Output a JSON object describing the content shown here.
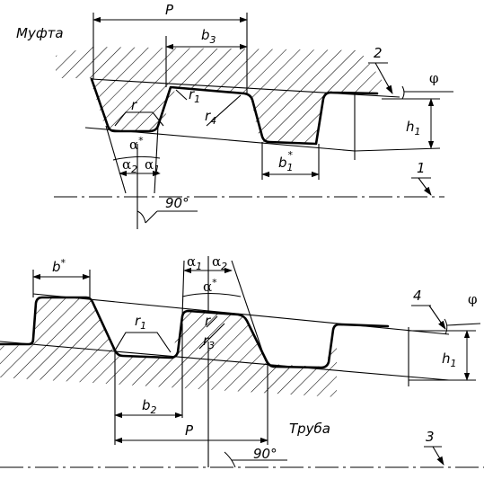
{
  "top_view": {
    "part_label": "Муфта",
    "dimension_p": "P",
    "dimension_b3": "b",
    "dimension_b3_sub": "3",
    "radius_r": "r",
    "radius_r1": "r",
    "radius_r1_sub": "1",
    "radius_r4": "r",
    "radius_r4_sub": "4",
    "angle_alpha_star": "α",
    "angle_alpha_star_sup": "*",
    "angle_alpha2": "α",
    "angle_alpha2_sub": "2",
    "angle_alpha1": "α",
    "angle_alpha1_sub": "1",
    "angle_90": "90°",
    "dimension_b1_star": "b",
    "dimension_b1_star_sub": "1",
    "dimension_b1_star_sup": "*",
    "dimension_h1": "h",
    "dimension_h1_sub": "1",
    "angle_phi": "φ",
    "callout_2": "2",
    "callout_1": "1"
  },
  "bottom_view": {
    "part_label": "Труба",
    "dimension_b_star": "b",
    "dimension_b_star_sup": "*",
    "angle_alpha1": "α",
    "angle_alpha1_sub": "1",
    "angle_alpha2": "α",
    "angle_alpha2_sub": "2",
    "angle_alpha_star": "α",
    "angle_alpha_star_sup": "*",
    "radius_r1": "r",
    "radius_r1_sub": "1",
    "radius_r": "r",
    "radius_r3": "r",
    "radius_r3_sub": "3",
    "dimension_b2": "b",
    "dimension_b2_sub": "2",
    "dimension_p": "P",
    "angle_90": "90°",
    "dimension_h1": "h",
    "dimension_h1_sub": "1",
    "angle_phi": "φ",
    "callout_4": "4",
    "callout_3": "3"
  },
  "colors": {
    "line": "#000000",
    "background": "#ffffff"
  }
}
